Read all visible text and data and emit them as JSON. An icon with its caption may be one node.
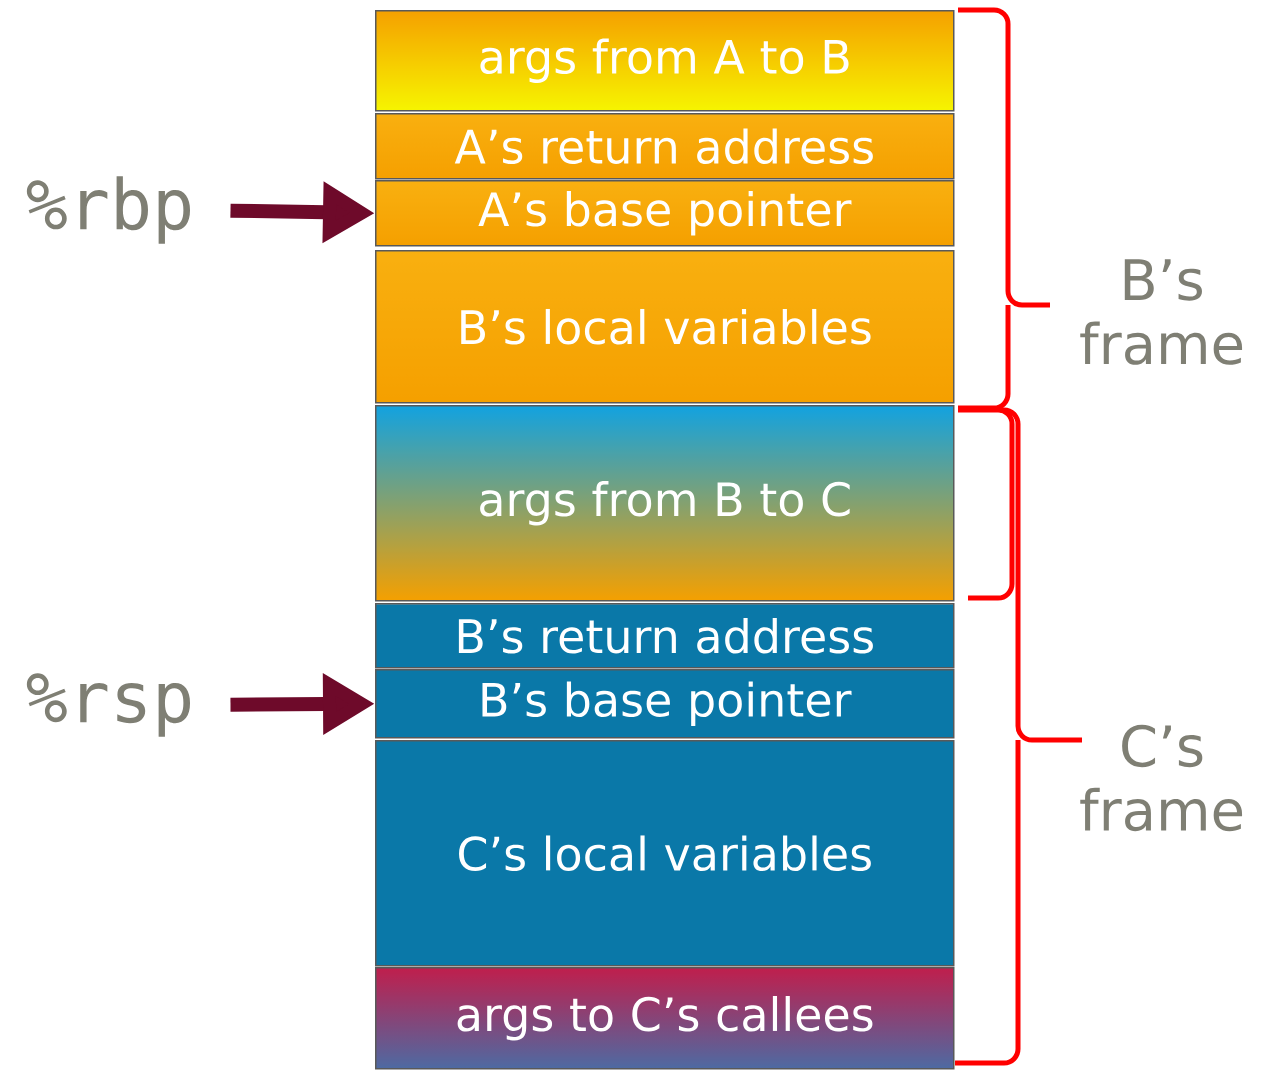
{
  "diagram": {
    "nodes": [
      {
        "text": [
          "args from A to B"
        ]
      },
      {
        "text": [
          "A’s return address"
        ]
      },
      {
        "text": [
          "A’s base pointer"
        ]
      },
      {
        "text": [
          "B’s local variables"
        ]
      },
      {
        "text": [
          "args from B to C"
        ]
      },
      {
        "text": [
          "B’s return address"
        ]
      },
      {
        "text": [
          "B’s base pointer"
        ]
      },
      {
        "text": [
          "C’s local variables"
        ]
      },
      {
        "text": [
          "args to C’s callees"
        ]
      },
      {
        "text": [
          "%rbp"
        ]
      },
      {
        "text": [
          "%rsp"
        ]
      }
    ],
    "edges": [
      {
        "from": 9,
        "to": 2,
        "arrow": "to"
      },
      {
        "from": 10,
        "to": 6,
        "arrow": "to"
      }
    ],
    "labels": [
      "B’s frame",
      "C’s frame"
    ]
  }
}
